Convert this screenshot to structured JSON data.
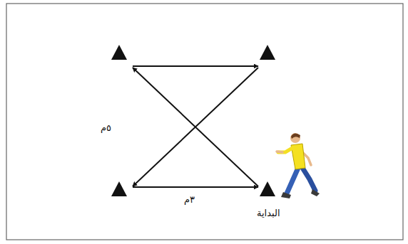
{
  "diagram": {
    "labels": [
      "٥م",
      "٣م",
      "البداية"
    ]
  }
}
